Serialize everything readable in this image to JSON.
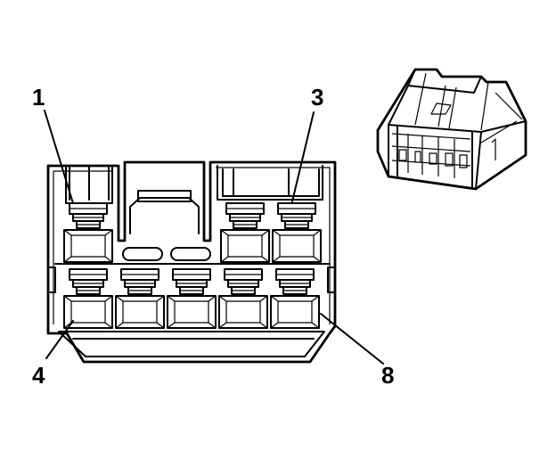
{
  "figure": {
    "callouts": [
      {
        "id": "pin-1",
        "label": "1"
      },
      {
        "id": "pin-3",
        "label": "3"
      },
      {
        "id": "pin-4",
        "label": "4"
      },
      {
        "id": "pin-8",
        "label": "8"
      }
    ],
    "top_row_cavities": 3,
    "bottom_row_cavities": 5,
    "line_color": "#000000",
    "background_color": "#ffffff"
  }
}
